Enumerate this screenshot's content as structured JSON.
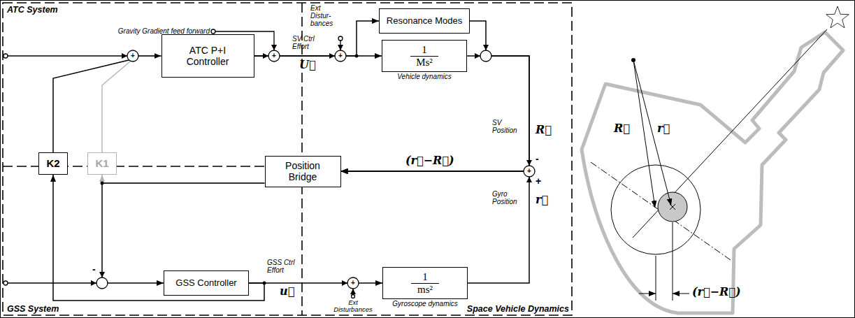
{
  "diagram": {
    "nodes": [
      {
        "text": [
          "ATC P+I Controller"
        ]
      },
      {
        "text": [
          "Resonance Modes"
        ]
      },
      {
        "text": [
          "1",
          "Ms²",
          "Vehicle dynamics"
        ]
      },
      {
        "text": [
          "K2"
        ]
      },
      {
        "text": [
          "K1"
        ]
      },
      {
        "text": [
          "Position Bridge"
        ]
      },
      {
        "text": [
          "GSS Controller"
        ]
      },
      {
        "text": [
          "1",
          "ms²",
          "Gyroscope dynamics"
        ]
      }
    ],
    "edges": [
      {
        "from": 3,
        "to": 0,
        "arrow": "to"
      },
      {
        "from": 4,
        "to": 0,
        "arrow": "to"
      },
      {
        "from": 0,
        "to": 1,
        "arrow": "to"
      },
      {
        "from": 0,
        "to": 2,
        "arrow": "to"
      },
      {
        "from": 1,
        "to": 5,
        "arrow": "to"
      },
      {
        "from": 2,
        "to": 5,
        "arrow": "to"
      },
      {
        "from": 7,
        "to": 5,
        "arrow": "to"
      },
      {
        "from": 5,
        "to": 4,
        "arrow": "to"
      },
      {
        "from": 5,
        "to": 6,
        "arrow": "to"
      },
      {
        "from": 6,
        "to": 7,
        "arrow": "to"
      },
      {
        "from": 6,
        "to": 3,
        "arrow": "to"
      }
    ],
    "labels": [
      "ATC System",
      "GSS System",
      "Space Vehicle Dynamics",
      "Gravity Gradient feed forward",
      "SV Ctrl Effort",
      "U⃗",
      "Ext Distur- bances",
      "SV Position",
      "R⃗",
      "-",
      "+",
      "Gyro Position",
      "r⃗",
      "(r⃗−R⃗)",
      "GSS Ctrl Effort",
      "u⃗",
      "Ext Disturbances",
      "-",
      "+",
      "+",
      "+",
      "+",
      "+",
      "R⃗",
      "r⃗",
      "(r⃗−R⃗)"
    ]
  }
}
